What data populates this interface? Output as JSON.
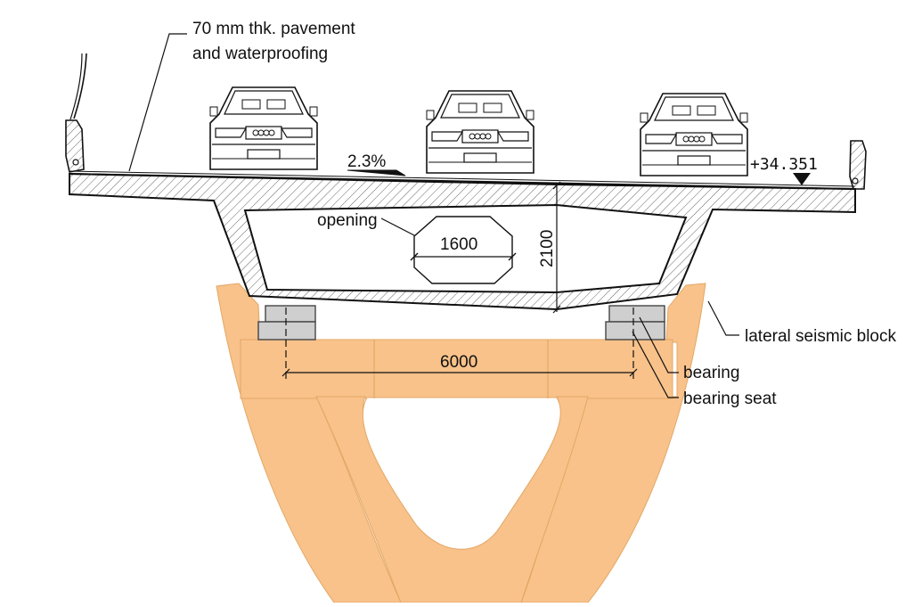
{
  "labels": {
    "pavement_line1": "70 mm thk. pavement",
    "pavement_line2": "and waterproofing",
    "slope": "2.3%",
    "elevation": "+34.351",
    "opening": "opening",
    "opening_width": "1600",
    "girder_depth": "2100",
    "bearing_spacing": "6000",
    "lateral_block": "lateral seismic block",
    "bearing": "bearing",
    "bearing_seat": "bearing seat"
  },
  "colors": {
    "pier": "#f8c28a",
    "concrete_hatch": "#555555",
    "bearing": "#cfcfcf",
    "line": "#111111"
  }
}
